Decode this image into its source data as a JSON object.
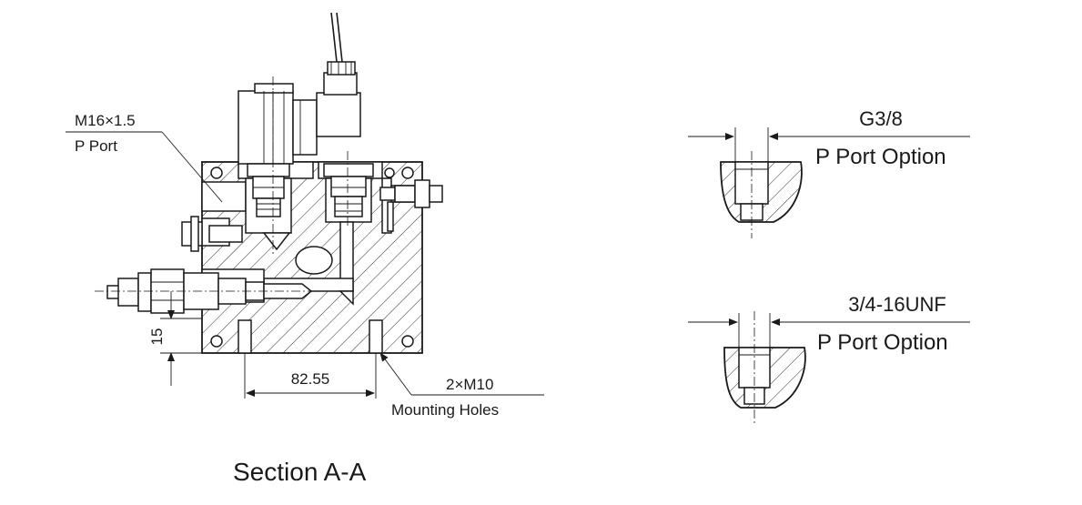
{
  "section": {
    "title": "Section A-A",
    "port_thread": "M16×1.5",
    "port_name": "P Port",
    "dim_vertical": "15",
    "dim_horizontal": "82.55",
    "holes_spec": "2×M10",
    "holes_name": "Mounting Holes"
  },
  "options": [
    {
      "thread": "G3/8",
      "label": "P Port Option"
    },
    {
      "thread": "3/4-16UNF",
      "label": "P Port Option"
    }
  ],
  "colors": {
    "line": "#1a1a1a",
    "background": "#ffffff"
  }
}
